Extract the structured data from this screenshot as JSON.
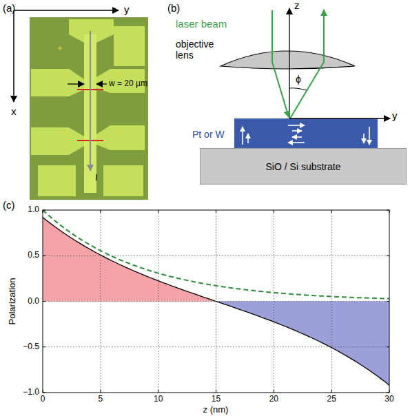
{
  "diagram": {
    "nodes": [
      {
        "text": [
          "SiO / Si substrate"
        ]
      }
    ],
    "labels": [
      "(a)",
      "y",
      "x",
      "w = 20 µm",
      "I",
      "(b)",
      "z",
      "laser beam",
      "objective lens",
      "ϕ",
      "Pt or W",
      "y",
      "(c)",
      "Polarization",
      "1.0",
      "0.5",
      "0.0",
      "−0.5",
      "−1.0",
      "0",
      "5",
      "10",
      "15",
      "20",
      "25",
      "30",
      "z (nm)"
    ]
  }
}
